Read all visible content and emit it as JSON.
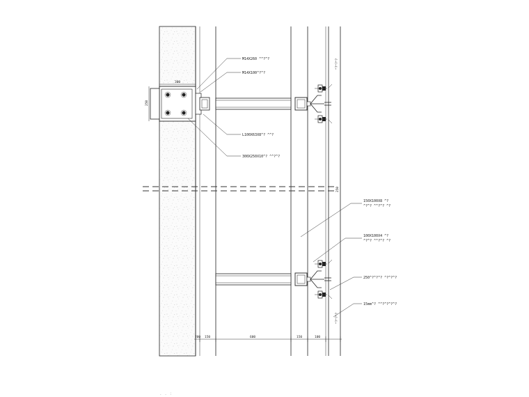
{
  "callouts": {
    "anchor_bolt_1": "M14X260 ^^?^?",
    "anchor_bolt_2": "M14X100^?^?",
    "angle_steel": "L100X63X8^? ^^?",
    "embed_plate": "300X250X10^? ^^?^?",
    "steel_tube_main": "150X100X8 ^?",
    "steel_tube_main_note": "^?^? ^^?^? ^?",
    "steel_tube_secondary": "100X100X4 ^?",
    "steel_tube_secondary_note": "^?^? ^^?^? ^?",
    "spider_fitting": "250^?^?^? ^?^?^?",
    "glass": "15mm^? ^^?^?^?^?"
  },
  "dimensions": {
    "plate_width": "300",
    "plate_height": "250",
    "floor_line": "250",
    "bottom": [
      "200",
      "150",
      "600",
      "150",
      "100"
    ],
    "side_top": "^?^?^?",
    "side_bottom": "^?^?^?"
  },
  "footer": {
    "note": ". . :"
  }
}
